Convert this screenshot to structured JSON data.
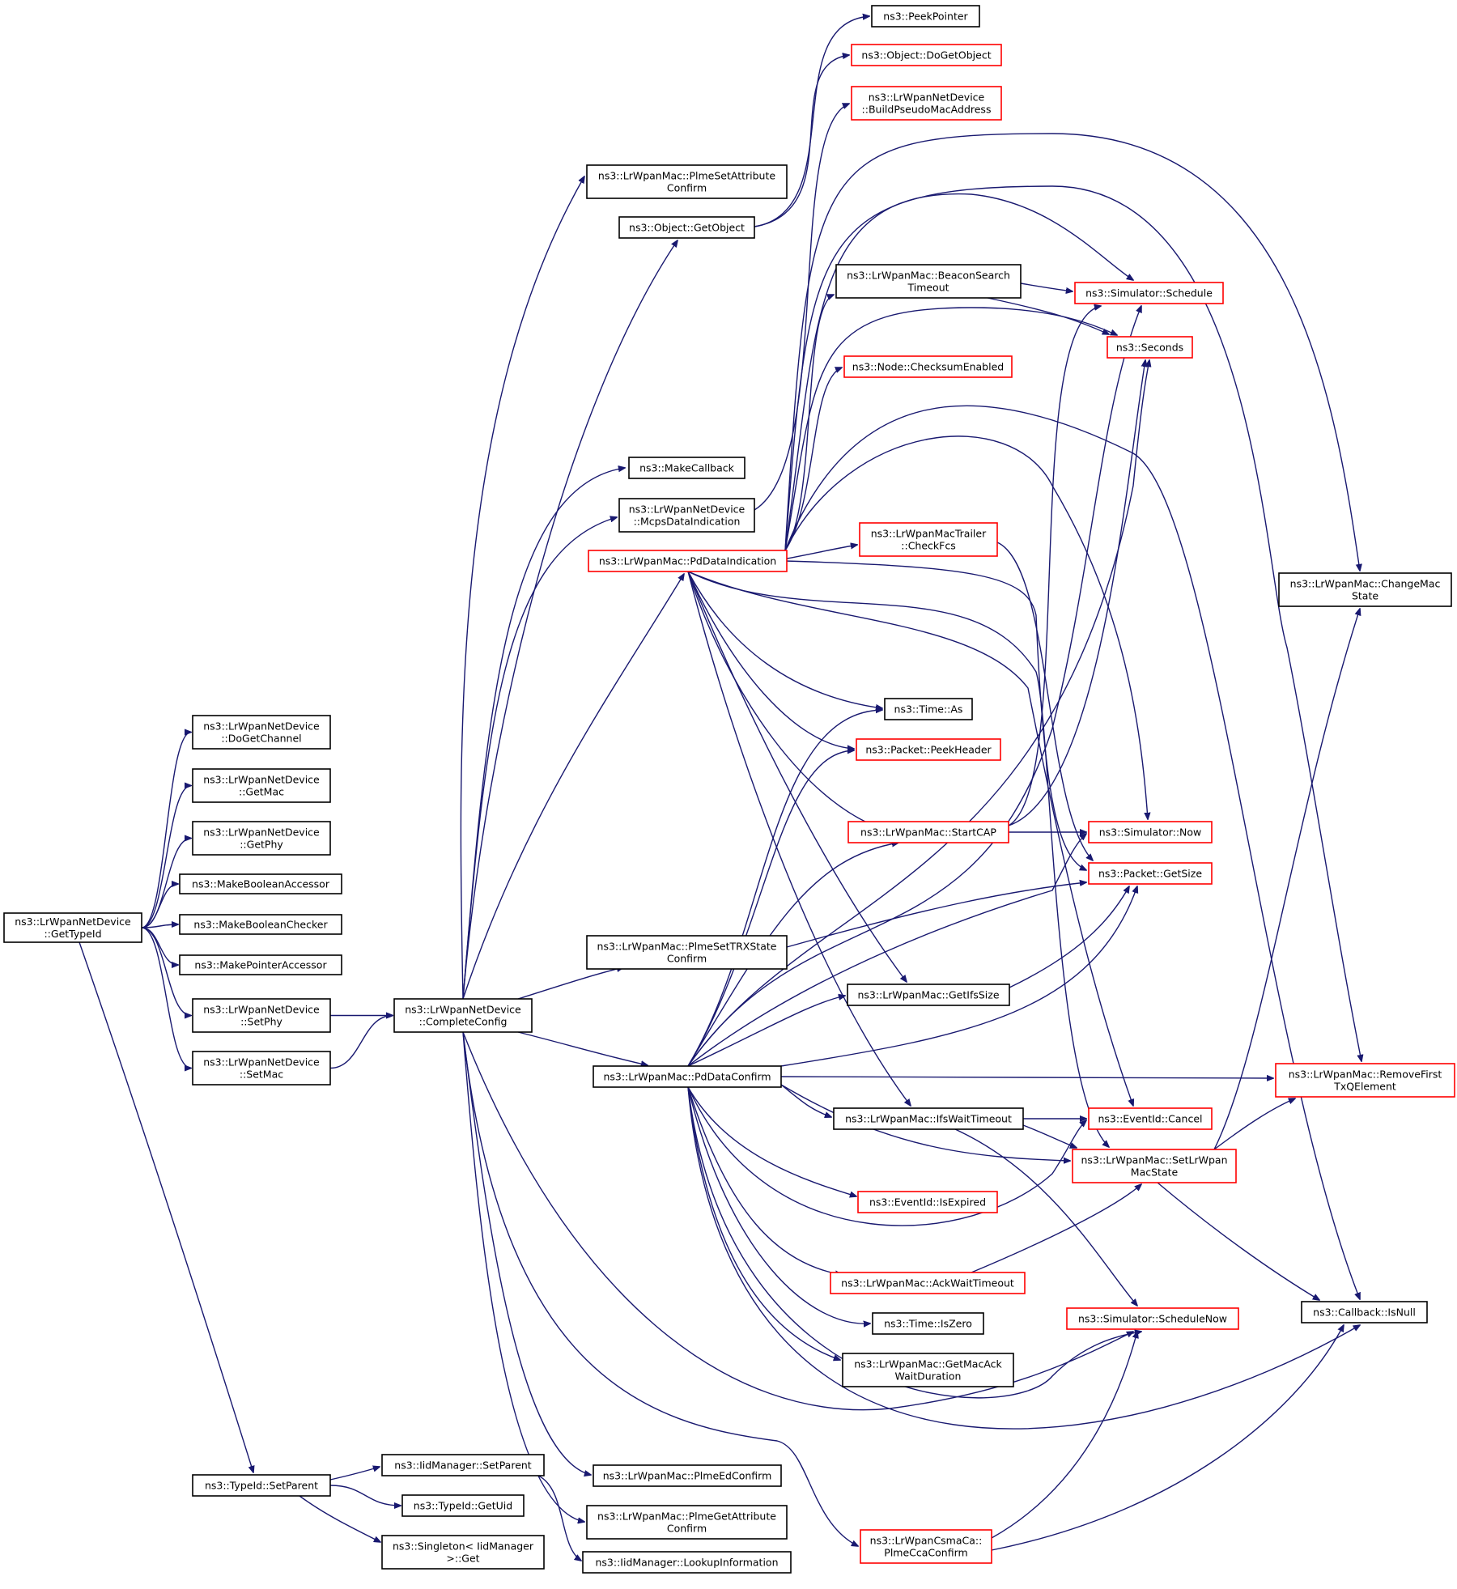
{
  "colors": {
    "edge": "#191970",
    "border_normal": "#000000",
    "border_truncated": "#ff0000",
    "root_fill": "#bfbfbf",
    "node_fill": "#ffffff"
  },
  "nodes": [
    {
      "id": "root",
      "lines": [
        "ns3::LrWpanNetDevice",
        "::GetTypeId"
      ],
      "style": "root"
    },
    {
      "id": "doGetChannel",
      "lines": [
        "ns3::LrWpanNetDevice",
        "::DoGetChannel"
      ],
      "style": "normal"
    },
    {
      "id": "getMac",
      "lines": [
        "ns3::LrWpanNetDevice",
        "::GetMac"
      ],
      "style": "normal"
    },
    {
      "id": "getPhy",
      "lines": [
        "ns3::LrWpanNetDevice",
        "::GetPhy"
      ],
      "style": "normal"
    },
    {
      "id": "makeBoolAcc",
      "lines": [
        "ns3::MakeBooleanAccessor"
      ],
      "style": "normal"
    },
    {
      "id": "makeBoolChk",
      "lines": [
        "ns3::MakeBooleanChecker"
      ],
      "style": "normal"
    },
    {
      "id": "makePtrAcc",
      "lines": [
        "ns3::MakePointerAccessor"
      ],
      "style": "normal"
    },
    {
      "id": "setPhy",
      "lines": [
        "ns3::LrWpanNetDevice",
        "::SetPhy"
      ],
      "style": "normal"
    },
    {
      "id": "setMac",
      "lines": [
        "ns3::LrWpanNetDevice",
        "::SetMac"
      ],
      "style": "normal"
    },
    {
      "id": "typeIdSetParent",
      "lines": [
        "ns3::TypeId::SetParent"
      ],
      "style": "normal"
    },
    {
      "id": "completeConfig",
      "lines": [
        "ns3::LrWpanNetDevice",
        "::CompleteConfig"
      ],
      "style": "normal"
    },
    {
      "id": "iidSetParent",
      "lines": [
        "ns3::IidManager::SetParent"
      ],
      "style": "normal"
    },
    {
      "id": "getUid",
      "lines": [
        "ns3::TypeId::GetUid"
      ],
      "style": "normal"
    },
    {
      "id": "singletonGet",
      "lines": [
        "ns3::Singleton< IidManager",
        ">::Get"
      ],
      "style": "normal"
    },
    {
      "id": "lookupInfo",
      "lines": [
        "ns3::IidManager::LookupInformation"
      ],
      "style": "normal"
    },
    {
      "id": "plmeSetAttrConfirm",
      "lines": [
        "ns3::LrWpanMac::PlmeSetAttribute",
        "Confirm"
      ],
      "style": "normal"
    },
    {
      "id": "objectGetObject",
      "lines": [
        "ns3::Object::GetObject"
      ],
      "style": "normal"
    },
    {
      "id": "makeCallback",
      "lines": [
        "ns3::MakeCallback"
      ],
      "style": "normal"
    },
    {
      "id": "mcpsDataIndication",
      "lines": [
        "ns3::LrWpanNetDevice",
        "::McpsDataIndication"
      ],
      "style": "normal"
    },
    {
      "id": "pdDataIndication",
      "lines": [
        "ns3::LrWpanMac::PdDataIndication"
      ],
      "style": "truncated"
    },
    {
      "id": "plmeSetTRXStateConfirm",
      "lines": [
        "ns3::LrWpanMac::PlmeSetTRXState",
        "Confirm"
      ],
      "style": "normal"
    },
    {
      "id": "pdDataConfirm",
      "lines": [
        "ns3::LrWpanMac::PdDataConfirm"
      ],
      "style": "normal"
    },
    {
      "id": "plmeEdConfirm",
      "lines": [
        "ns3::LrWpanMac::PlmeEdConfirm"
      ],
      "style": "normal"
    },
    {
      "id": "plmeGetAttrConfirm",
      "lines": [
        "ns3::LrWpanMac::PlmeGetAttribute",
        "Confirm"
      ],
      "style": "normal"
    },
    {
      "id": "plmeCcaConfirm",
      "lines": [
        "ns3::LrWpanCsmaCa::",
        "PlmeCcaConfirm"
      ],
      "style": "truncated"
    },
    {
      "id": "peekPointer",
      "lines": [
        "ns3::PeekPointer"
      ],
      "style": "normal"
    },
    {
      "id": "doGetObject",
      "lines": [
        "ns3::Object::DoGetObject"
      ],
      "style": "truncated"
    },
    {
      "id": "buildPseudoMac",
      "lines": [
        "ns3::LrWpanNetDevice",
        "::BuildPseudoMacAddress"
      ],
      "style": "truncated"
    },
    {
      "id": "beaconSearchTimeout",
      "lines": [
        "ns3::LrWpanMac::BeaconSearch",
        "Timeout"
      ],
      "style": "normal"
    },
    {
      "id": "checksumEnabled",
      "lines": [
        "ns3::Node::ChecksumEnabled"
      ],
      "style": "truncated"
    },
    {
      "id": "checkFcs",
      "lines": [
        "ns3::LrWpanMacTrailer",
        "::CheckFcs"
      ],
      "style": "truncated"
    },
    {
      "id": "timeAs",
      "lines": [
        "ns3::Time::As"
      ],
      "style": "normal"
    },
    {
      "id": "peekHeader",
      "lines": [
        "ns3::Packet::PeekHeader"
      ],
      "style": "truncated"
    },
    {
      "id": "startCAP",
      "lines": [
        "ns3::LrWpanMac::StartCAP"
      ],
      "style": "truncated"
    },
    {
      "id": "getIfsSize",
      "lines": [
        "ns3::LrWpanMac::GetIfsSize"
      ],
      "style": "normal"
    },
    {
      "id": "ifsWaitTimeout",
      "lines": [
        "ns3::LrWpanMac::IfsWaitTimeout"
      ],
      "style": "normal"
    },
    {
      "id": "isExpired",
      "lines": [
        "ns3::EventId::IsExpired"
      ],
      "style": "truncated"
    },
    {
      "id": "ackWaitTimeout",
      "lines": [
        "ns3::LrWpanMac::AckWaitTimeout"
      ],
      "style": "truncated"
    },
    {
      "id": "timeIsZero",
      "lines": [
        "ns3::Time::IsZero"
      ],
      "style": "normal"
    },
    {
      "id": "getMacAckWait",
      "lines": [
        "ns3::LrWpanMac::GetMacAck",
        "WaitDuration"
      ],
      "style": "normal"
    },
    {
      "id": "simSchedule",
      "lines": [
        "ns3::Simulator::Schedule"
      ],
      "style": "truncated"
    },
    {
      "id": "seconds",
      "lines": [
        "ns3::Seconds"
      ],
      "style": "truncated"
    },
    {
      "id": "simNow",
      "lines": [
        "ns3::Simulator::Now"
      ],
      "style": "truncated"
    },
    {
      "id": "packetGetSize",
      "lines": [
        "ns3::Packet::GetSize"
      ],
      "style": "truncated"
    },
    {
      "id": "eventCancel",
      "lines": [
        "ns3::EventId::Cancel"
      ],
      "style": "truncated"
    },
    {
      "id": "setLrWpanMacState",
      "lines": [
        "ns3::LrWpanMac::SetLrWpan",
        "MacState"
      ],
      "style": "truncated"
    },
    {
      "id": "scheduleNow",
      "lines": [
        "ns3::Simulator::ScheduleNow"
      ],
      "style": "truncated"
    },
    {
      "id": "changeMacState",
      "lines": [
        "ns3::LrWpanMac::ChangeMac",
        "State"
      ],
      "style": "normal"
    },
    {
      "id": "removeFirstTx",
      "lines": [
        "ns3::LrWpanMac::RemoveFirst",
        "TxQElement"
      ],
      "style": "truncated"
    },
    {
      "id": "callbackIsNull",
      "lines": [
        "ns3::Callback::IsNull"
      ],
      "style": "normal"
    }
  ],
  "edges": [
    [
      "root",
      "doGetChannel"
    ],
    [
      "root",
      "getMac"
    ],
    [
      "root",
      "getPhy"
    ],
    [
      "root",
      "makeBoolAcc"
    ],
    [
      "root",
      "makeBoolChk"
    ],
    [
      "root",
      "makePtrAcc"
    ],
    [
      "root",
      "setPhy"
    ],
    [
      "root",
      "setMac"
    ],
    [
      "root",
      "typeIdSetParent"
    ],
    [
      "setPhy",
      "completeConfig"
    ],
    [
      "setMac",
      "completeConfig"
    ],
    [
      "typeIdSetParent",
      "iidSetParent"
    ],
    [
      "typeIdSetParent",
      "getUid"
    ],
    [
      "typeIdSetParent",
      "singletonGet"
    ],
    [
      "iidSetParent",
      "lookupInfo"
    ],
    [
      "completeConfig",
      "plmeSetAttrConfirm"
    ],
    [
      "completeConfig",
      "objectGetObject"
    ],
    [
      "completeConfig",
      "makeCallback"
    ],
    [
      "completeConfig",
      "mcpsDataIndication"
    ],
    [
      "completeConfig",
      "pdDataIndication"
    ],
    [
      "completeConfig",
      "plmeSetTRXStateConfirm"
    ],
    [
      "completeConfig",
      "pdDataConfirm"
    ],
    [
      "completeConfig",
      "plmeEdConfirm"
    ],
    [
      "completeConfig",
      "plmeGetAttrConfirm"
    ],
    [
      "completeConfig",
      "plmeCcaConfirm"
    ],
    [
      "completeConfig",
      "scheduleNow"
    ],
    [
      "objectGetObject",
      "peekPointer"
    ],
    [
      "objectGetObject",
      "doGetObject"
    ],
    [
      "mcpsDataIndication",
      "buildPseudoMac"
    ],
    [
      "pdDataIndication",
      "beaconSearchTimeout"
    ],
    [
      "pdDataIndication",
      "checksumEnabled"
    ],
    [
      "pdDataIndication",
      "checkFcs"
    ],
    [
      "pdDataIndication",
      "timeAs"
    ],
    [
      "pdDataIndication",
      "peekHeader"
    ],
    [
      "pdDataIndication",
      "startCAP"
    ],
    [
      "pdDataIndication",
      "getIfsSize"
    ],
    [
      "pdDataIndication",
      "ifsWaitTimeout"
    ],
    [
      "pdDataIndication",
      "simSchedule"
    ],
    [
      "pdDataIndication",
      "seconds"
    ],
    [
      "pdDataIndication",
      "simNow"
    ],
    [
      "pdDataIndication",
      "packetGetSize"
    ],
    [
      "pdDataIndication",
      "changeMacState"
    ],
    [
      "pdDataIndication",
      "removeFirstTx"
    ],
    [
      "pdDataIndication",
      "callbackIsNull"
    ],
    [
      "pdDataIndication",
      "setLrWpanMacState"
    ],
    [
      "pdDataIndication",
      "eventCancel"
    ],
    [
      "plmeSetTRXStateConfirm",
      "packetGetSize"
    ],
    [
      "pdDataConfirm",
      "timeAs"
    ],
    [
      "pdDataConfirm",
      "peekHeader"
    ],
    [
      "pdDataConfirm",
      "startCAP"
    ],
    [
      "pdDataConfirm",
      "getIfsSize"
    ],
    [
      "pdDataConfirm",
      "ifsWaitTimeout"
    ],
    [
      "pdDataConfirm",
      "isExpired"
    ],
    [
      "pdDataConfirm",
      "ackWaitTimeout"
    ],
    [
      "pdDataConfirm",
      "timeIsZero"
    ],
    [
      "pdDataConfirm",
      "getMacAckWait"
    ],
    [
      "pdDataConfirm",
      "removeFirstTx"
    ],
    [
      "pdDataConfirm",
      "setLrWpanMacState"
    ],
    [
      "pdDataConfirm",
      "eventCancel"
    ],
    [
      "pdDataConfirm",
      "simNow"
    ],
    [
      "pdDataConfirm",
      "packetGetSize"
    ],
    [
      "pdDataConfirm",
      "seconds"
    ],
    [
      "pdDataConfirm",
      "scheduleNow"
    ],
    [
      "pdDataConfirm",
      "callbackIsNull"
    ],
    [
      "pdDataConfirm",
      "simSchedule"
    ],
    [
      "beaconSearchTimeout",
      "simSchedule"
    ],
    [
      "beaconSearchTimeout",
      "seconds"
    ],
    [
      "checkFcs",
      "packetGetSize"
    ],
    [
      "startCAP",
      "simNow"
    ],
    [
      "startCAP",
      "simSchedule"
    ],
    [
      "startCAP",
      "seconds"
    ],
    [
      "getIfsSize",
      "packetGetSize"
    ],
    [
      "ifsWaitTimeout",
      "eventCancel"
    ],
    [
      "ifsWaitTimeout",
      "setLrWpanMacState"
    ],
    [
      "ifsWaitTimeout",
      "scheduleNow"
    ],
    [
      "ackWaitTimeout",
      "setLrWpanMacState"
    ],
    [
      "setLrWpanMacState",
      "changeMacState"
    ],
    [
      "setLrWpanMacState",
      "removeFirstTx"
    ],
    [
      "setLrWpanMacState",
      "callbackIsNull"
    ],
    [
      "plmeCcaConfirm",
      "scheduleNow"
    ],
    [
      "plmeCcaConfirm",
      "callbackIsNull"
    ]
  ]
}
